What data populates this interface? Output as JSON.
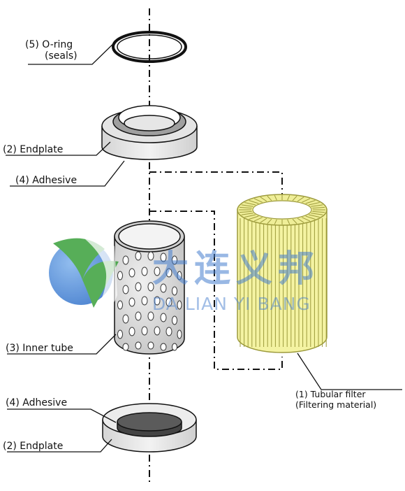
{
  "labels": {
    "oring": [
      "(5) O-ring",
      "(seals)"
    ],
    "endplate_top": "(2) Endplate",
    "adhesive_top": "(4)  Adhesive",
    "inner_tube": "(3) Inner tube",
    "tubular_filter": [
      "(1) Tubular filter",
      "(Filtering material)"
    ],
    "adhesive_bottom": "(4) Adhesive",
    "endplate_bottom": "(2) Endplate"
  },
  "watermark": {
    "chinese": "大连义邦",
    "english": "DA LIAN YI BANG"
  },
  "colors": {
    "filter_yellow": "#f4f3a2",
    "filter_stroke": "#9c9a3c",
    "metal_light": "#e8e8e8",
    "metal_dark": "#a8a8a8",
    "disc_dark": "#595959",
    "watermark_blue": "#467dcd",
    "logo_green": "#3aa03c"
  }
}
